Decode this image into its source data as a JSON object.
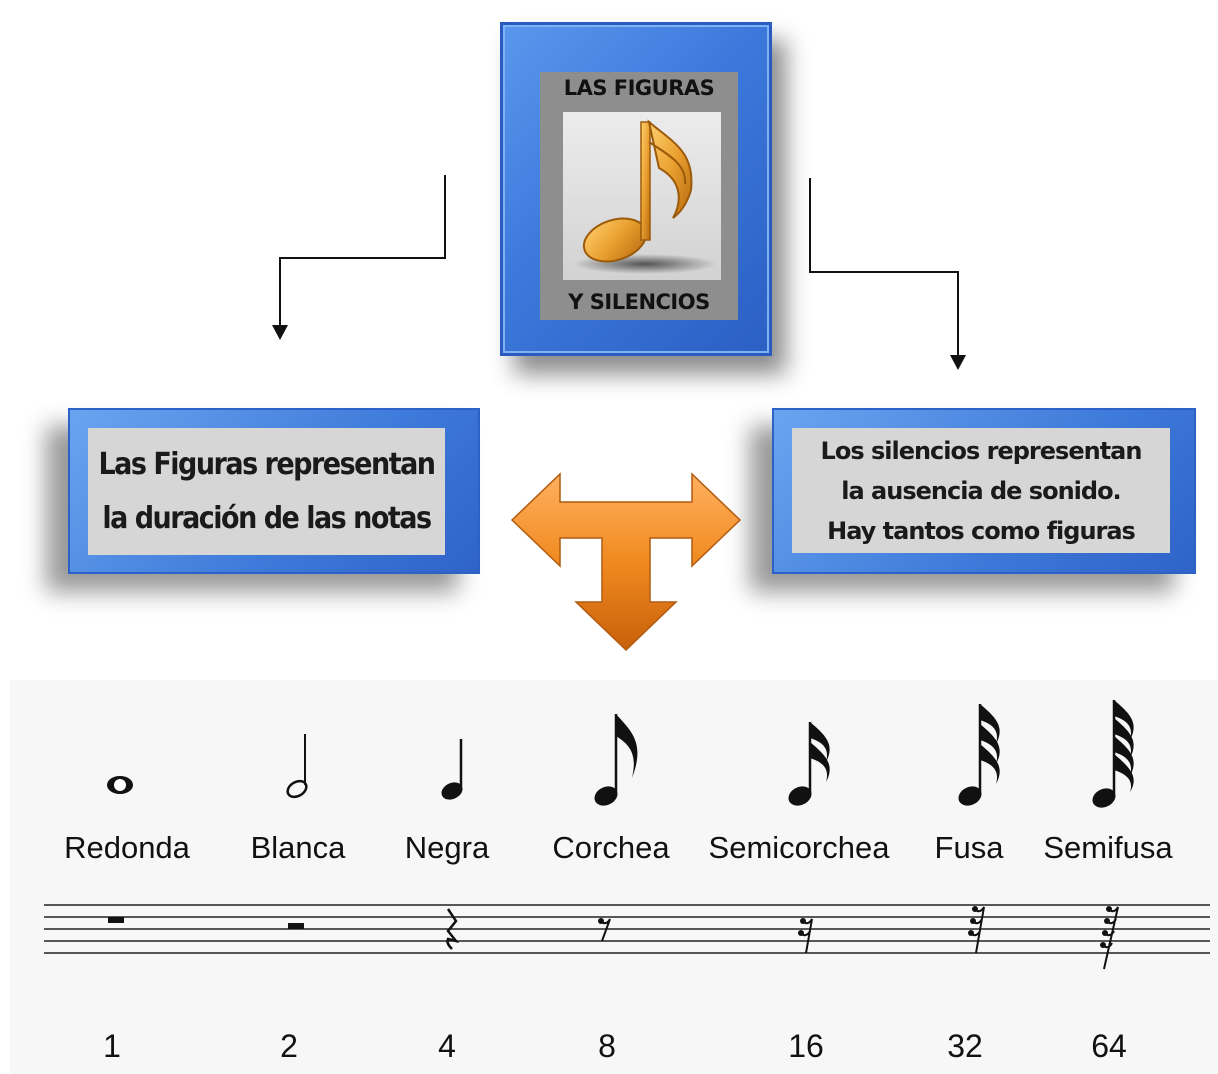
{
  "title": {
    "line1": "LAS FIGURAS",
    "line2": "Y SILENCIOS"
  },
  "left_card": {
    "line1": "Las Figuras representan",
    "line2": "la duración de las notas"
  },
  "right_card": {
    "line1": "Los silencios representan",
    "line2": "la ausencia de sonido.",
    "line3": "Hay tantos como figuras"
  },
  "figures": [
    {
      "name": "Redonda",
      "value": "1"
    },
    {
      "name": "Blanca",
      "value": "2"
    },
    {
      "name": "Negra",
      "value": "4"
    },
    {
      "name": "Corchea",
      "value": "8"
    },
    {
      "name": "Semicorchea",
      "value": "16"
    },
    {
      "name": "Fusa",
      "value": "32"
    },
    {
      "name": "Semifusa",
      "value": "64"
    }
  ],
  "colors": {
    "frame_blue": "#3c78db",
    "arrow_orange": "#f08a20",
    "note_gold": "#e8a230"
  },
  "icons": [
    "eighth-note-icon",
    "t-arrow-icon"
  ]
}
